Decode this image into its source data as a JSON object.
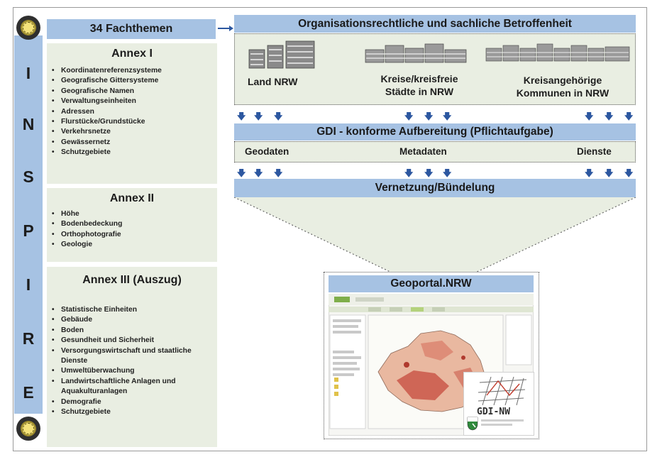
{
  "inspire": {
    "letters": [
      "I",
      "N",
      "S",
      "P",
      "I",
      "R",
      "E"
    ]
  },
  "fachthemen": {
    "label": "34 Fachthemen"
  },
  "annex1": {
    "title": "Annex I",
    "items": [
      "Koordinatenreferenzsysteme",
      "Geografische Gittersysteme",
      "Geografische Namen",
      "Verwaltungseinheiten",
      "Adressen",
      "Flurstücke/Grundstücke",
      "Verkehrsnetze",
      "Gewässernetz",
      "Schutzgebiete"
    ]
  },
  "annex2": {
    "title": "Annex II",
    "items": [
      "Höhe",
      "Bodenbedeckung",
      "Orthophotografie",
      "Geologie"
    ]
  },
  "annex3": {
    "title": "Annex III  (Auszug)",
    "items": [
      "Statistische Einheiten",
      "Gebäude",
      "Boden",
      "Gesundheit und Sicherheit",
      "Versorgungswirtschaft und staatliche Dienste",
      "Umweltüberwachung",
      "Landwirtschaftliche Anlagen und Aquakulturanlagen",
      "Demografie",
      "Schutzgebiete"
    ]
  },
  "betroffenheit": {
    "title": "Organisationsrechtliche und sachliche Betroffenheit",
    "land": "Land NRW",
    "kreise_line1": "Kreise/kreisfreie",
    "kreise_line2": "Städte in NRW",
    "kommunen_line1": "Kreisangehörige",
    "kommunen_line2": "Kommunen in NRW"
  },
  "gdi": {
    "title": "GDI - konforme Aufbereitung (Pflichtaufgabe)",
    "geodaten": "Geodaten",
    "metadaten": "Metadaten",
    "dienste": "Dienste"
  },
  "vernetzung": {
    "title": "Vernetzung/Bündelung"
  },
  "geoportal": {
    "title": "Geoportal.NRW",
    "logo_text": "GDI-NW"
  },
  "colors": {
    "header_blue": "#a6c2e3",
    "panel_green": "#e9eee2",
    "arrow_blue": "#2c57a0"
  }
}
